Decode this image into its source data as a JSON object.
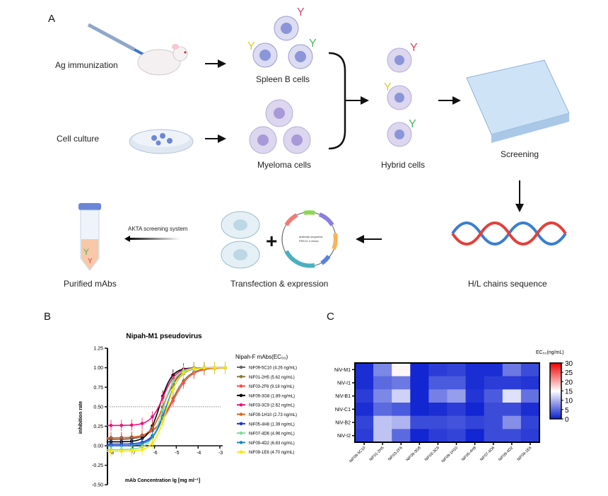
{
  "panel_labels": {
    "a": "A",
    "b": "B",
    "c": "C"
  },
  "diagram": {
    "ag_immunization": "Ag immunization",
    "cell_culture": "Cell culture",
    "spleen_b_cells": "Spleen B cells",
    "myeloma_cells": "Myeloma cells",
    "hybrid_cells": "Hybrid cells",
    "screening": "Screening",
    "hl_chains": "H/L chains sequence",
    "transfection": "Transfection & expression",
    "purified": "Purified mAbs",
    "akta": "AKTA screening system",
    "plasmid_line1": "antibody sequence",
    "plasmid_line2": "PEE12.4 vector",
    "plus": "+"
  },
  "chart_data": [
    {
      "type": "line",
      "title": "Nipah-M1 pseudovirus",
      "xlabel": "mAb Concentration lg [mg ml⁻¹]",
      "ylabel": "inhibition rate",
      "xlim": [
        -8.3,
        -2.7
      ],
      "ylim": [
        -0.5,
        1.25
      ],
      "xticks": [
        "-8",
        "-7",
        "-6",
        "-5",
        "-4",
        "-3"
      ],
      "yticks": [
        "1.25",
        "1.00",
        "0.75",
        "0.50",
        "0.25",
        "0.00",
        "-0.25",
        "-0.50"
      ],
      "reference_line": 0.5,
      "legend_title": "Nipah-F mAbs(EC₅₀)",
      "legend_position": "right",
      "x_points": [
        -8,
        -7.52,
        -7.05,
        -6.57,
        -6.1,
        -5.62,
        -5.15,
        -4.67,
        -4.19,
        -3.72,
        -3.24,
        -2.76
      ],
      "series": [
        {
          "name": "NiF09-5C10 (4.26 ng/mL)",
          "color": "#666666",
          "bottom": 0.08,
          "top": 1.0,
          "logEC50": -5.55,
          "hill": 1.3
        },
        {
          "name": "NiF01-2H5 (5.62 ng/mL)",
          "color": "#8c7a3c",
          "bottom": 0.1,
          "top": 1.0,
          "logEC50": -5.25,
          "hill": 1.1
        },
        {
          "name": "NiF03-2F6 (9.18 ng/mL)",
          "color": "#ff4a4a",
          "bottom": 0.1,
          "top": 1.0,
          "logEC50": -5.2,
          "hill": 1.05
        },
        {
          "name": "NiF09-3G8 (1.89 ng/mL)",
          "color": "#000000",
          "bottom": 0.05,
          "top": 1.0,
          "logEC50": -5.75,
          "hill": 1.6
        },
        {
          "name": "NiF03-3C9 (2.62 ng/mL)",
          "color": "#ee1177",
          "bottom": 0.26,
          "top": 1.0,
          "logEC50": -5.6,
          "hill": 1.5
        },
        {
          "name": "NiF09-1H10 (2.73 ng/mL)",
          "color": "#e0651e",
          "bottom": 0.1,
          "top": 1.0,
          "logEC50": -5.55,
          "hill": 1.4
        },
        {
          "name": "NiF05-4H8 (1.39 ng/mL)",
          "color": "#1833dd",
          "bottom": 0.02,
          "top": 1.0,
          "logEC50": -5.45,
          "hill": 1.4
        },
        {
          "name": "NiF07-4D6 (4.96 ng/mL)",
          "color": "#7ddc9a",
          "bottom": -0.05,
          "top": 1.0,
          "logEC50": -5.6,
          "hill": 1.5
        },
        {
          "name": "NiF09-4D2 (6.83 ng/mL)",
          "color": "#1a88c0",
          "bottom": 0.0,
          "top": 1.0,
          "logEC50": -5.45,
          "hill": 1.4
        },
        {
          "name": "NiF09-1E6 (4.70 ng/mL)",
          "color": "#ffe600",
          "bottom": -0.07,
          "top": 1.0,
          "logEC50": -5.45,
          "hill": 1.5
        }
      ]
    },
    {
      "type": "heatmap",
      "colorbar_title": "EC₅₀(ng/mL)",
      "colorbar_ticks": [
        "30",
        "25",
        "20",
        "15",
        "10",
        "5",
        "0"
      ],
      "vmin": 0,
      "vmax": 30,
      "rows": [
        "NiV-M1",
        "NiV-I1",
        "NiV-B1",
        "NiV-C1",
        "NiV-B2",
        "NiV-I2"
      ],
      "columns": [
        "NiF09-5C10",
        "NiF01-2H5",
        "NiF03-2F6",
        "NiF09-3G8",
        "NiF03-3C9",
        "NiF09-1H10",
        "NiF05-4H8",
        "NiF07-4D6",
        "NiF09-4D2",
        "NiF09-1E6"
      ],
      "values": [
        [
          1,
          7,
          15.5,
          0.5,
          2,
          2.5,
          1,
          1,
          6,
          3
        ],
        [
          1,
          5,
          6,
          0.5,
          4,
          4,
          1,
          2,
          2,
          1.5
        ],
        [
          2,
          7,
          12,
          0.5,
          6.5,
          8.5,
          1.5,
          4,
          13,
          5.5
        ],
        [
          1,
          5,
          4,
          0.5,
          1,
          2,
          0.5,
          3,
          3,
          1
        ],
        [
          2.5,
          11,
          10,
          3,
          3,
          3.5,
          2.5,
          3,
          7.5,
          2.5
        ],
        [
          2,
          11,
          5,
          0.5,
          2,
          2.5,
          0.5,
          3,
          3,
          2
        ]
      ]
    }
  ]
}
